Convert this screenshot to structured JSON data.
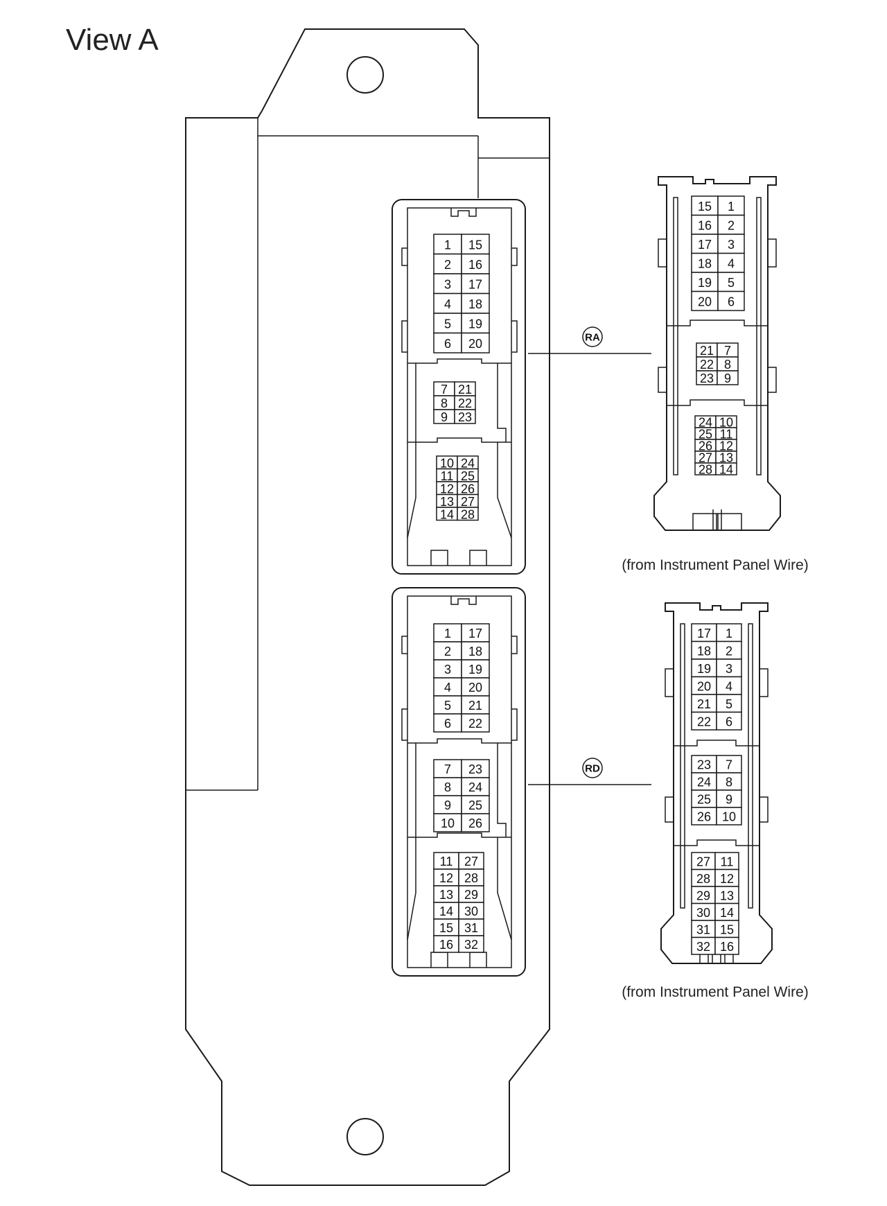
{
  "title": "View A",
  "connectors": [
    {
      "tag": "RA",
      "caption": "(from Instrument Panel Wire)",
      "ecu_groups": [
        [
          [
            "1",
            "15"
          ],
          [
            "2",
            "16"
          ],
          [
            "3",
            "17"
          ],
          [
            "4",
            "18"
          ],
          [
            "5",
            "19"
          ],
          [
            "6",
            "20"
          ]
        ],
        [
          [
            "7",
            "21"
          ],
          [
            "8",
            "22"
          ],
          [
            "9",
            "23"
          ]
        ],
        [
          [
            "10",
            "24"
          ],
          [
            "11",
            "25"
          ],
          [
            "12",
            "26"
          ],
          [
            "13",
            "27"
          ],
          [
            "14",
            "28"
          ]
        ]
      ],
      "plug_groups": [
        [
          [
            "15",
            "1"
          ],
          [
            "16",
            "2"
          ],
          [
            "17",
            "3"
          ],
          [
            "18",
            "4"
          ],
          [
            "19",
            "5"
          ],
          [
            "20",
            "6"
          ]
        ],
        [
          [
            "21",
            "7"
          ],
          [
            "22",
            "8"
          ],
          [
            "23",
            "9"
          ]
        ],
        [
          [
            "24",
            "10"
          ],
          [
            "25",
            "11"
          ],
          [
            "26",
            "12"
          ],
          [
            "27",
            "13"
          ],
          [
            "28",
            "14"
          ]
        ]
      ]
    },
    {
      "tag": "RD",
      "caption": "(from Instrument Panel Wire)",
      "ecu_groups": [
        [
          [
            "1",
            "17"
          ],
          [
            "2",
            "18"
          ],
          [
            "3",
            "19"
          ],
          [
            "4",
            "20"
          ],
          [
            "5",
            "21"
          ],
          [
            "6",
            "22"
          ]
        ],
        [
          [
            "7",
            "23"
          ],
          [
            "8",
            "24"
          ],
          [
            "9",
            "25"
          ],
          [
            "10",
            "26"
          ]
        ],
        [
          [
            "11",
            "27"
          ],
          [
            "12",
            "28"
          ],
          [
            "13",
            "29"
          ],
          [
            "14",
            "30"
          ],
          [
            "15",
            "31"
          ],
          [
            "16",
            "32"
          ]
        ]
      ],
      "plug_groups": [
        [
          [
            "17",
            "1"
          ],
          [
            "18",
            "2"
          ],
          [
            "19",
            "3"
          ],
          [
            "20",
            "4"
          ],
          [
            "21",
            "5"
          ],
          [
            "22",
            "6"
          ]
        ],
        [
          [
            "23",
            "7"
          ],
          [
            "24",
            "8"
          ],
          [
            "25",
            "9"
          ],
          [
            "26",
            "10"
          ]
        ],
        [
          [
            "27",
            "11"
          ],
          [
            "28",
            "12"
          ],
          [
            "29",
            "13"
          ],
          [
            "30",
            "14"
          ],
          [
            "31",
            "15"
          ],
          [
            "32",
            "16"
          ]
        ]
      ]
    }
  ]
}
